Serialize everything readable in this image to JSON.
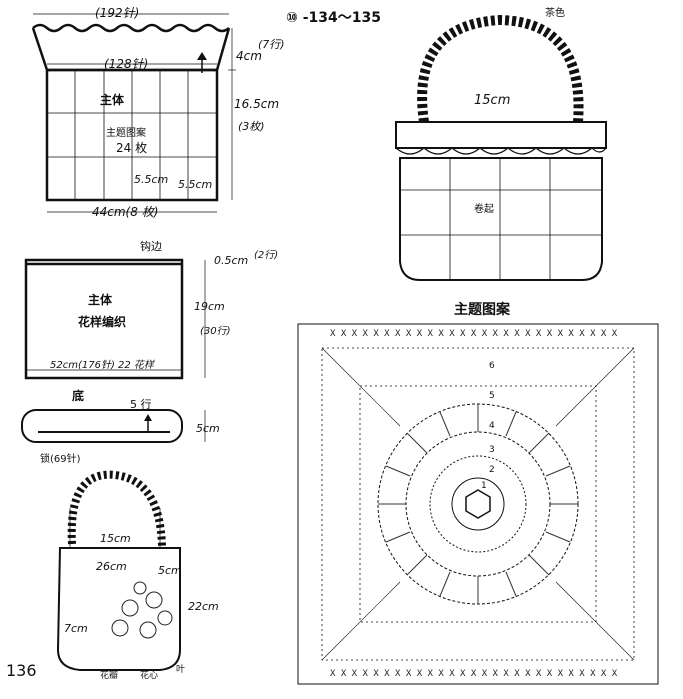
{
  "page_number": "136",
  "pattern_number": "⑩ -134～135",
  "top_section": {
    "width_top": "(192针)",
    "width_mid": "(128针)",
    "ruffle_height": "4cm",
    "ruffle_rows": "(7行)",
    "body_height": "16.5cm",
    "body_rows": "(3枚)",
    "body_label": "主体",
    "motif_label": "主题图案",
    "motif_count": "24 枚",
    "cell_w": "5.5cm",
    "cell_h": "5.5cm",
    "width_bottom": "44cm(8 枚)"
  },
  "mid_section": {
    "edge_label": "钩边",
    "edge_height": "0.5cm",
    "edge_rows": "(2行)",
    "body_label": "主体",
    "stitch_label": "花样编织",
    "height": "19cm",
    "rows": "(30行)",
    "width_note": "52cm(176针) 22 花样",
    "base_label": "底",
    "base_rows": "5 行",
    "base_height": "5cm",
    "chain_note": "锁(69针)"
  },
  "bottom_bag": {
    "handle_len": "15cm",
    "width": "26cm",
    "depth": "5cm",
    "height": "22cm",
    "flower_size": "7cm",
    "label_petal": "花瓣",
    "label_center": "花心",
    "label_leaf": "叶"
  },
  "top_bag": {
    "color_label": "茶色",
    "handle_len": "15cm",
    "roll_label": "卷起"
  },
  "motif_chart": {
    "title": "主题图案",
    "numbers": [
      "6",
      "5",
      "4",
      "3",
      "2",
      "1"
    ]
  }
}
